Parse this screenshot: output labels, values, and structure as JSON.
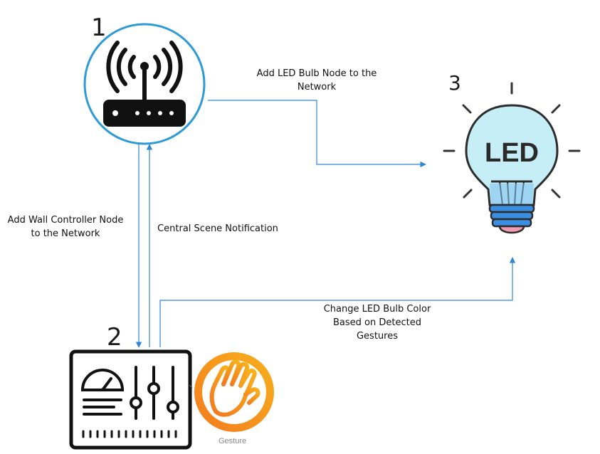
{
  "nodes": {
    "router": {
      "number": "1"
    },
    "controller": {
      "number": "2"
    },
    "bulb": {
      "number": "3",
      "text": "LED"
    }
  },
  "edges": {
    "add_led": {
      "line1": "Add LED Bulb Node to the",
      "line2": "Network"
    },
    "add_wall": {
      "line1": "Add Wall Controller Node",
      "line2": "to the Network"
    },
    "central_scene": {
      "text": "Central Scene Notification"
    },
    "change_color": {
      "line1": "Change LED Bulb Color",
      "line2": "Based on Detected",
      "line3": "Gestures"
    }
  },
  "gesture": {
    "caption": "Gesture"
  },
  "colors": {
    "arrow": "#2f86d6",
    "router_ring": "#2f9bd6",
    "bulb_glass": "#c6eef7",
    "bulb_base": "#3a8fe0",
    "gesture_gradient_start": "#f47a1f",
    "gesture_gradient_end": "#f7b21c"
  }
}
